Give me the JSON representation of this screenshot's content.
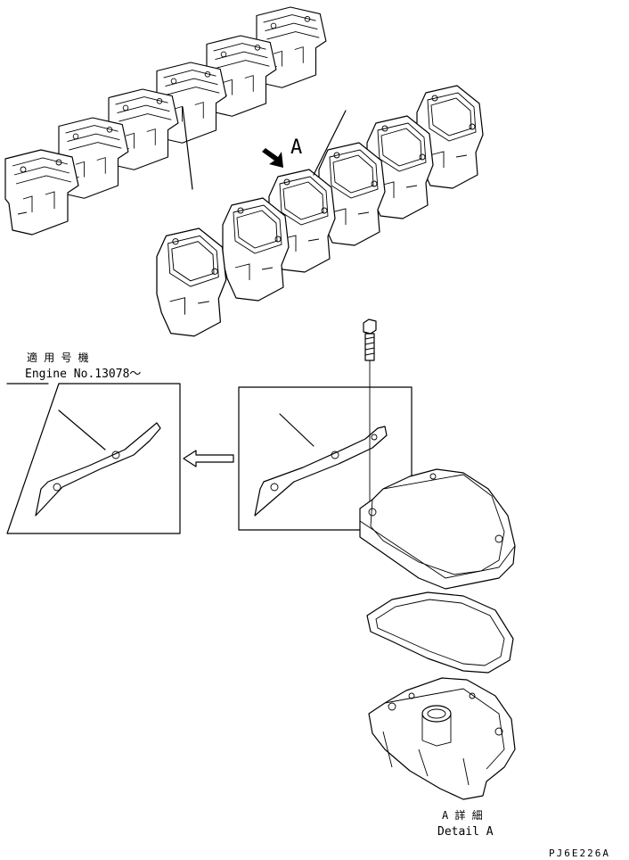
{
  "labels": {
    "view_marker": "A",
    "applicable_jp": "適 用 号 機",
    "engine_no": "Engine No.13078～",
    "detail_jp": "A 詳 細",
    "detail_en": "Detail A",
    "drawing_code": "PJ6E226A"
  },
  "colors": {
    "line": "#000000",
    "background": "#ffffff"
  }
}
